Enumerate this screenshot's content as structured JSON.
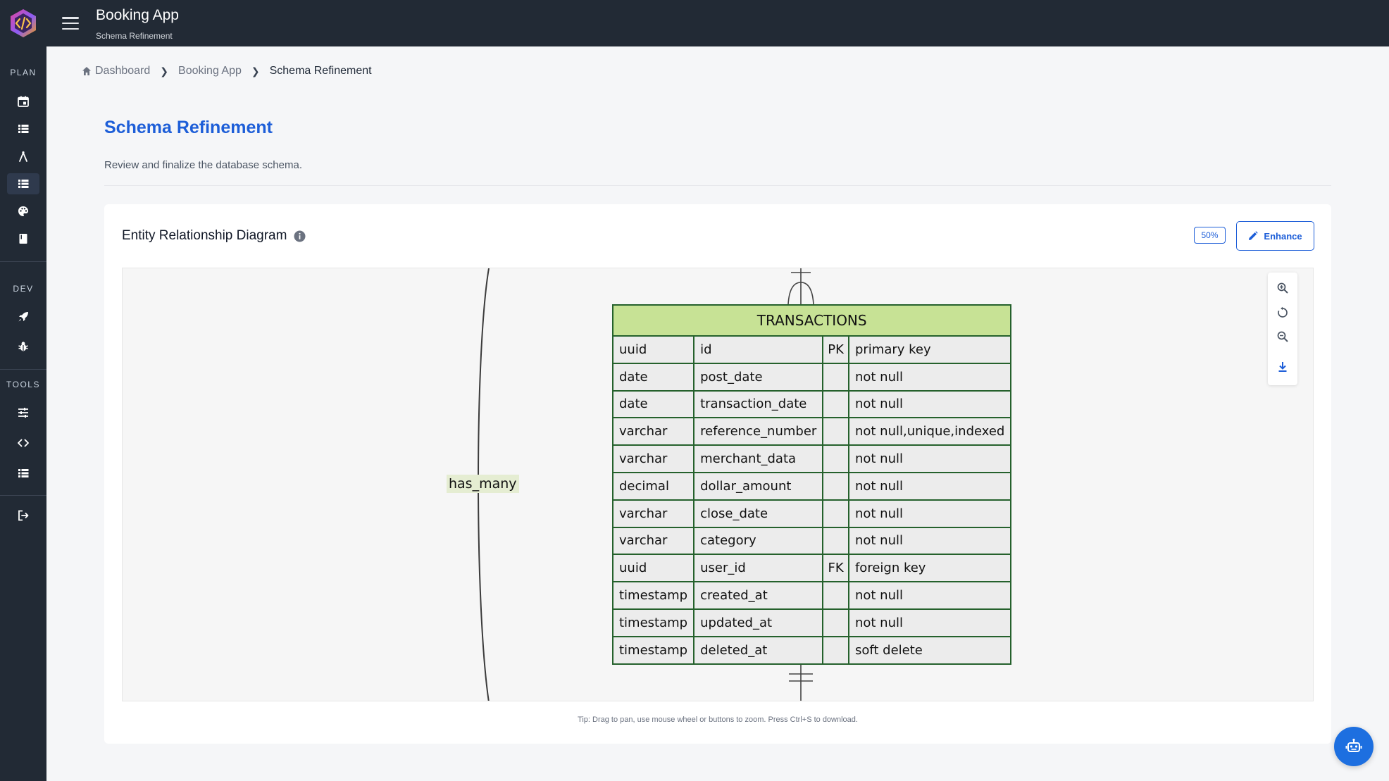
{
  "app": {
    "title": "Booking App",
    "subtitle": "Schema Refinement"
  },
  "sidebar": {
    "sections": [
      {
        "label": "PLAN",
        "items": [
          "calendar-icon",
          "list-icon",
          "compass-icon",
          "list-icon",
          "palette-icon",
          "book-icon"
        ]
      },
      {
        "label": "DEV",
        "items": [
          "rocket-icon",
          "bug-icon"
        ]
      },
      {
        "label": "TOOLS",
        "items": [
          "sliders-icon",
          "code-icon",
          "list-icon"
        ]
      }
    ],
    "active_item": "list-icon (PLAN, 4th)",
    "logout_icon": "logout-icon"
  },
  "breadcrumb": {
    "items": [
      "Dashboard",
      "Booking App",
      "Schema Refinement"
    ]
  },
  "page": {
    "title": "Schema Refinement",
    "description": "Review and finalize the database schema."
  },
  "card": {
    "title": "Entity Relationship Diagram",
    "zoom": "50%",
    "enhance_label": "Enhance",
    "tip": "Tip: Drag to pan, use mouse wheel or buttons to zoom. Press Ctrl+S to download."
  },
  "diagram": {
    "relationship_label": "has_many",
    "entity": {
      "name": "TRANSACTIONS",
      "columns": [
        [
          "uuid",
          "id",
          "PK",
          "primary key"
        ],
        [
          "date",
          "post_date",
          "",
          "not null"
        ],
        [
          "date",
          "transaction_date",
          "",
          "not null"
        ],
        [
          "varchar",
          "reference_number",
          "",
          "not null,unique,indexed"
        ],
        [
          "varchar",
          "merchant_data",
          "",
          "not null"
        ],
        [
          "decimal",
          "dollar_amount",
          "",
          "not null"
        ],
        [
          "varchar",
          "close_date",
          "",
          "not null"
        ],
        [
          "varchar",
          "category",
          "",
          "not null"
        ],
        [
          "uuid",
          "user_id",
          "FK",
          "foreign key"
        ],
        [
          "timestamp",
          "created_at",
          "",
          "not null"
        ],
        [
          "timestamp",
          "updated_at",
          "",
          "not null"
        ],
        [
          "timestamp",
          "deleted_at",
          "",
          "soft delete"
        ]
      ]
    }
  },
  "colors": {
    "primary": "#1d5ed8",
    "topbar": "#222a35",
    "entity_header": "#c7e295",
    "entity_border": "#25612c",
    "fab": "#1d6fe0"
  }
}
